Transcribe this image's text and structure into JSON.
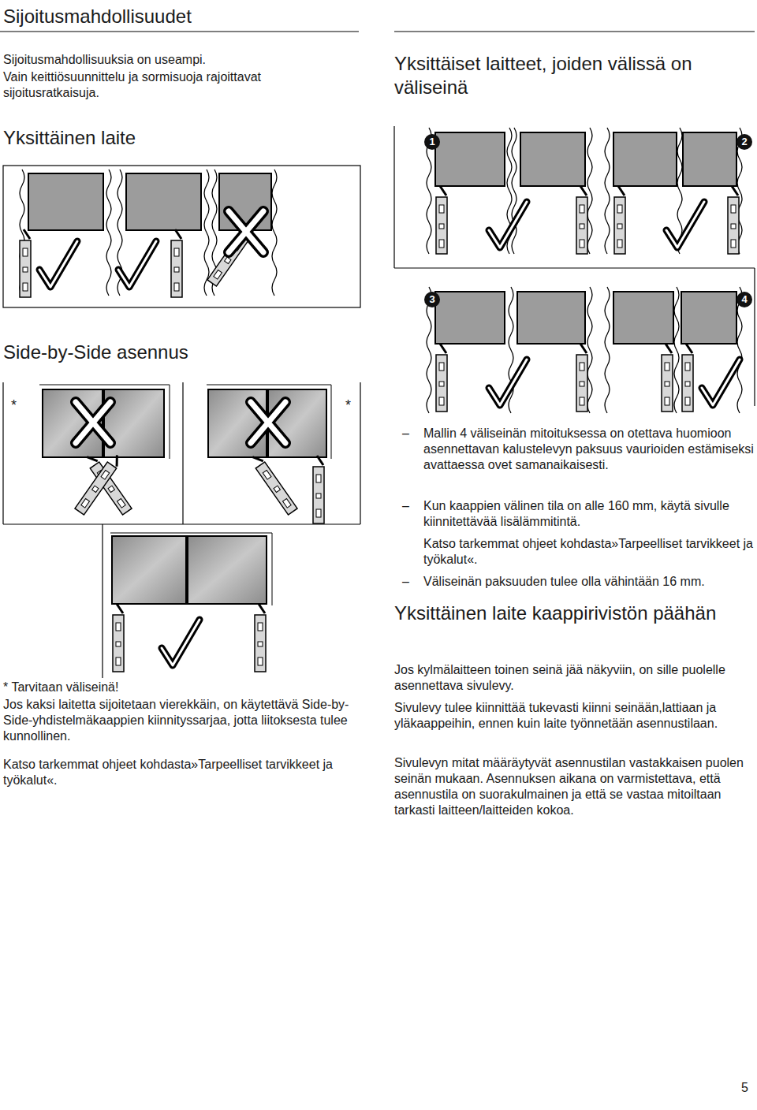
{
  "diagram": {
    "title": "Sijoitusmahdollisuudet",
    "nodes": [
      {
        "text": [
          "1"
        ]
      },
      {
        "text": [
          "2"
        ]
      },
      {
        "text": [
          "3"
        ]
      },
      {
        "text": [
          "4"
        ]
      }
    ],
    "labels": [
      "Sijoitusmahdollisuuksia on useampi.",
      "Vain keittiösuunnittelu ja sormisuoja rajoittavat sijoitusratkaisuja.",
      "Yksittäinen laite",
      "Yksittäiset laitteet, joiden välissä on väliseinä",
      "Side-by-Side asennus",
      "*",
      "*",
      "* Tarvitaan väliseinä!",
      "Jos kaksi laitetta sijoitetaan vierekkäin, on käytettävä Side-by-Side-yhdistelmäkaappien kiinnityssarjaa, jotta liitoksesta tulee kunnollinen.",
      "Katso tarkemmat ohjeet kohdasta»Tarpeelliset tarvikkeet ja työkalut«.",
      "–",
      "Mallin 4 väliseinän mitoituksessa on otettava huomioon asennettavan kalustelevyn paksuus vaurioiden estämiseksi avattaessa ovet samanaikaisesti.",
      "–",
      "Kun kaappien välinen tila on alle 160 mm, käytä sivulle kiinnitettävää lisälämmitintä.",
      "Katso tarkemmat ohjeet kohdasta»Tarpeelliset tarvikkeet ja työkalut«.",
      "–",
      "Väliseinän paksuuden tulee olla vähintään 16 mm.",
      "Yksittäinen laite kaappirivistön päähän",
      "Jos kylmälaitteen toinen seinä jää näkyviin, on sille puolelle asennettava sivulevy.",
      "Sivulevy tulee kiinnittää tukevasti kiinni seinään,lattiaan ja yläkaappeihin, ennen kuin laite työnnetään asennustilaan.",
      "Sivulevyn mitat määräytyvät asennustilan vastakkaisen puolen seinän mukaan. Asennuksen aikana on varmistettava, että asennustila on suorakulmainen ja että se vastaa mitoiltaan tarkasti laitteen/laitteiden kokoa.",
      "5"
    ]
  }
}
